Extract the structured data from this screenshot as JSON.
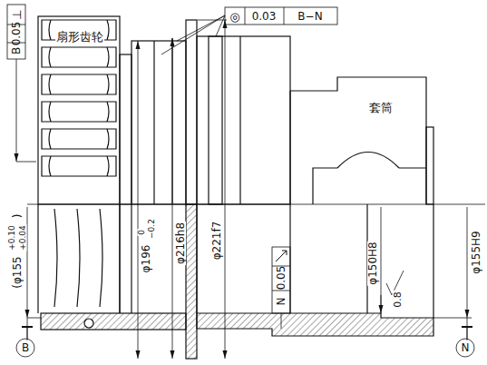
{
  "diagram": {
    "labels": [
      "扇形齿轮",
      "套筒",
      "⊥",
      "0.05",
      "B",
      "◎",
      "0.03",
      "B−N",
      "φ196",
      "0",
      "−0.2",
      "φ216h8",
      "φ221f7",
      "0.05",
      "N",
      "φ150H8",
      "0.8",
      "φ155H9",
      "(φ155",
      "+0.10",
      "+0.04",
      ")",
      "B",
      "N"
    ]
  }
}
